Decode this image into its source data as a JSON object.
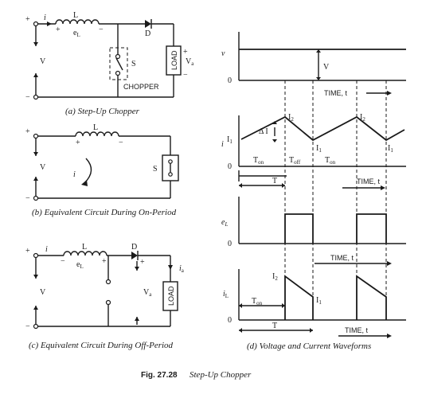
{
  "circuits": {
    "a": {
      "caption": "(a) Step-Up Chopper",
      "labels": {
        "plus": "+",
        "minus": "−",
        "i": "i",
        "L": "L",
        "eL": "e",
        "eL_sub": "L",
        "D": "D",
        "V": "V",
        "S": "S",
        "load": "LOAD",
        "Va": "V",
        "Va_sub": "a",
        "chopper": "CHOPPER"
      }
    },
    "b": {
      "caption": "(b) Equivalent Circuit During On-Period",
      "labels": {
        "plus": "+",
        "minus": "−",
        "L": "L",
        "V": "V",
        "i": "i",
        "S": "S"
      }
    },
    "c": {
      "caption": "(c) Equivalent Circuit During Off-Period",
      "labels": {
        "plus": "+",
        "minus": "−",
        "i": "i",
        "L": "L",
        "eL": "e",
        "eL_sub": "L",
        "D": "D",
        "V": "V",
        "Va": "V",
        "Va_sub": "a",
        "ia": "i",
        "ia_sub": "a",
        "load": "LOAD"
      }
    }
  },
  "waveforms": {
    "caption": "(d) Voltage and Current Waveforms",
    "v_plot": {
      "ylabel": "v",
      "level": "V",
      "zero": "0",
      "time": "TIME, t"
    },
    "i_plot": {
      "ylabel": "i",
      "I1": "I",
      "I1_sub": "1",
      "I2": "I",
      "I2_sub": "2",
      "dI": "Δ I",
      "zero": "0",
      "Ton": "T",
      "Ton_sub": "on",
      "Toff": "T",
      "Toff_sub": "off",
      "T": "T",
      "time": "TIME, t"
    },
    "eL_plot": {
      "ylabel": "e",
      "ylabel_sub": "L",
      "zero": "0",
      "time": "TIME, t"
    },
    "iL_plot": {
      "ylabel": "i",
      "ylabel_sub": "L",
      "I1": "I",
      "I1_sub": "1",
      "I2": "I",
      "I2_sub": "2",
      "zero": "0",
      "Ton": "T",
      "Ton_sub": "on",
      "T": "T",
      "time": "TIME, t"
    }
  },
  "figure": {
    "number": "Fig. 27.28",
    "title": "Step-Up Chopper"
  }
}
